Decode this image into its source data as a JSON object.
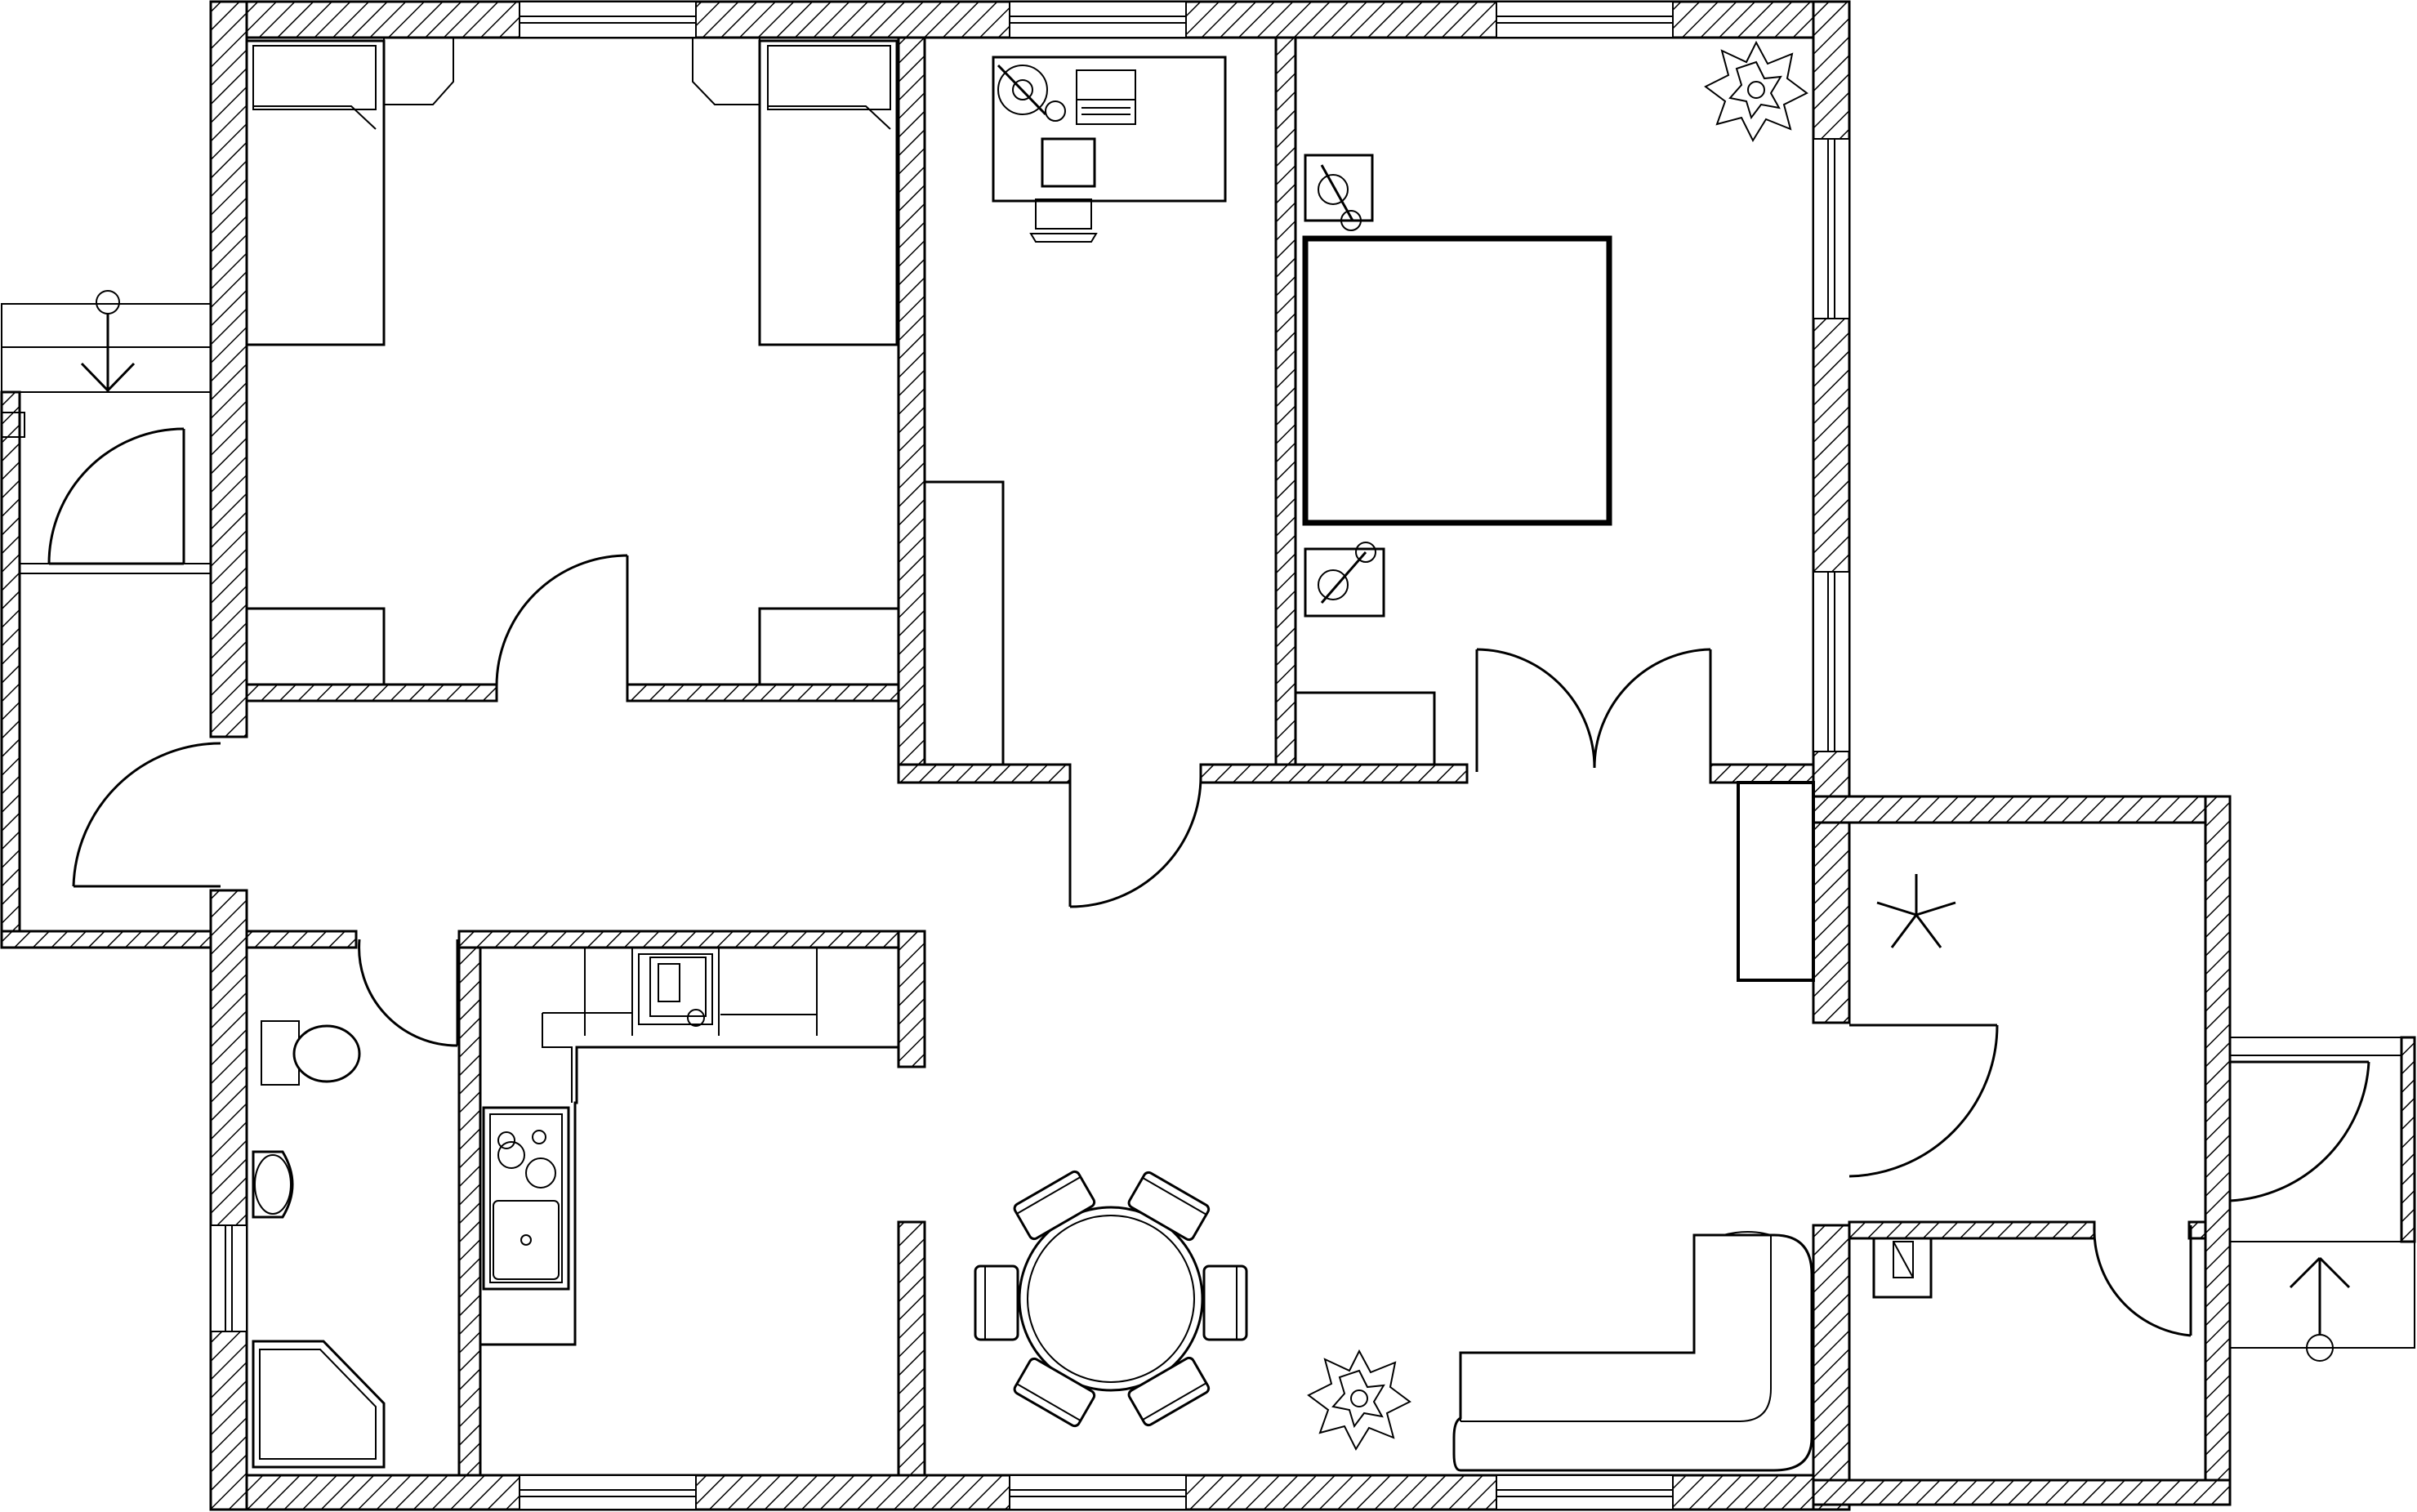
{
  "drawing": {
    "kind": "floor-plan",
    "style": "black line drawing on white",
    "line_color": "#000000",
    "background_color": "#ffffff",
    "wall_fill": "diagonal-hatch"
  },
  "rooms": [
    {
      "id": "bedroom-twin",
      "furniture": [
        "single-bed",
        "single-bed",
        "wardrobe",
        "wardrobe"
      ]
    },
    {
      "id": "study",
      "furniture": [
        "desk",
        "desk-chair",
        "laptop",
        "desk-lamp",
        "shelf"
      ]
    },
    {
      "id": "master-bedroom",
      "furniture": [
        "double-bed",
        "nightstand",
        "nightstand",
        "plant",
        "dresser"
      ]
    },
    {
      "id": "hallway",
      "furniture": []
    },
    {
      "id": "bathroom",
      "furniture": [
        "toilet",
        "sink",
        "corner-shower"
      ]
    },
    {
      "id": "kitchen",
      "furniture": [
        "counter",
        "double-sink",
        "cooktop"
      ]
    },
    {
      "id": "living-dining",
      "furniture": [
        "round-table",
        "chair",
        "chair",
        "chair",
        "chair",
        "chair",
        "chair",
        "plant",
        "corner-sofa"
      ]
    },
    {
      "id": "utility-room",
      "furniture": [
        "ceiling-fan",
        "boiler"
      ]
    },
    {
      "id": "west-porch",
      "furniture": []
    },
    {
      "id": "east-porch",
      "furniture": []
    }
  ],
  "icons": [
    "entry-arrow-icon",
    "entry-arrow-icon",
    "plant-icon",
    "plant-icon",
    "fan-icon"
  ]
}
